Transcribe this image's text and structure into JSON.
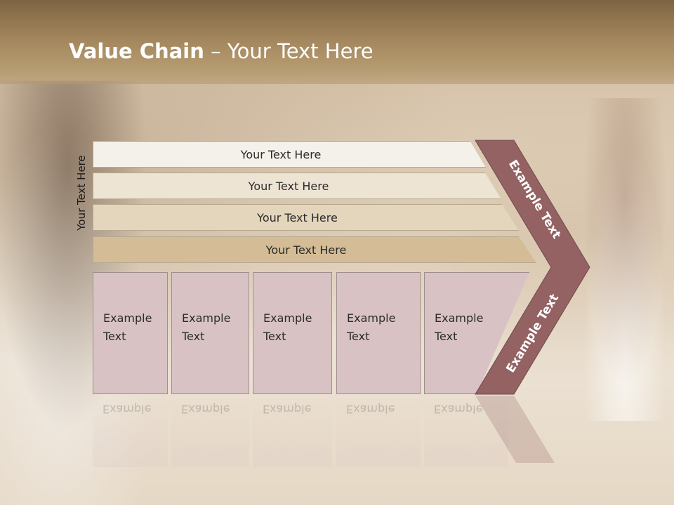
{
  "slide": {
    "title_bold": "Value Chain",
    "title_rest": " – Your Text Here"
  },
  "side_label": "Your Text Here",
  "bars": [
    {
      "label": "Your Text Here"
    },
    {
      "label": "Your Text Here"
    },
    {
      "label": "Your Text Here"
    },
    {
      "label": "Your Text Here"
    }
  ],
  "boxes": [
    {
      "line1": "Example",
      "line2": "Text"
    },
    {
      "line1": "Example",
      "line2": "Text"
    },
    {
      "line1": "Example",
      "line2": "Text"
    },
    {
      "line1": "Example",
      "line2": "Text"
    },
    {
      "line1": "Example",
      "line2": "Text"
    }
  ],
  "chevron": {
    "upper_label": "Example Text",
    "lower_label": "Example Text"
  },
  "colors": {
    "header": "#a2855c",
    "chevron": "#946263",
    "box": "#d8c2c4"
  }
}
